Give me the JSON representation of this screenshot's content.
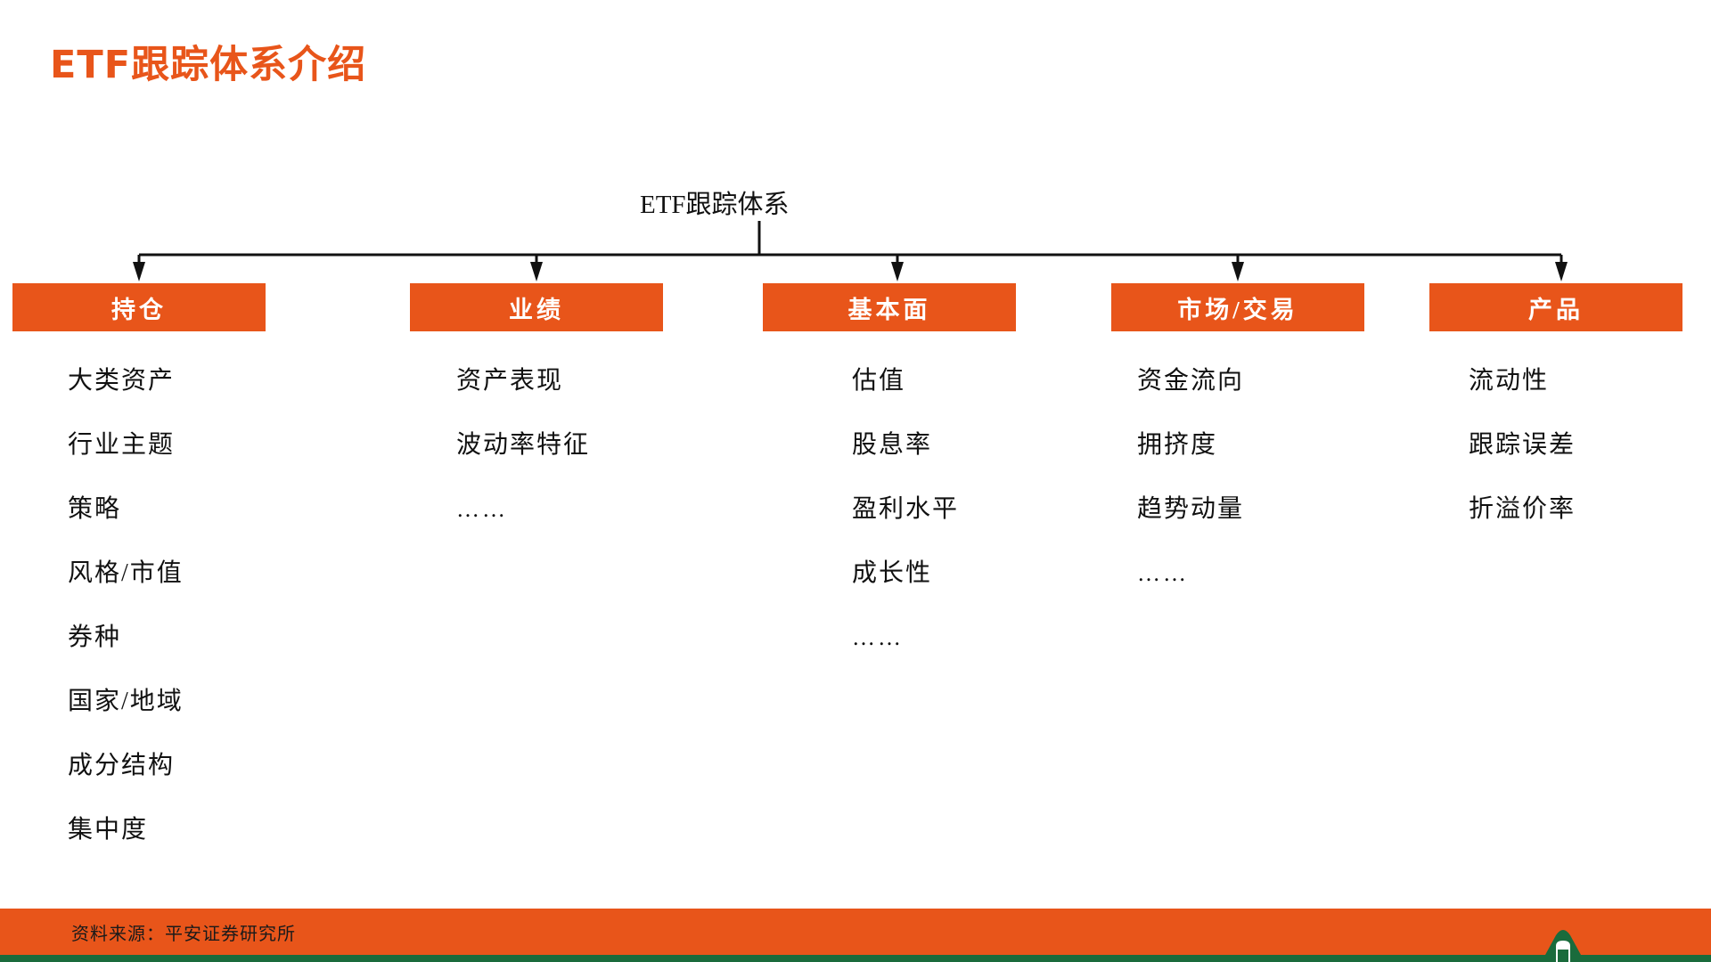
{
  "slide": {
    "title": "ETF跟踪体系介绍",
    "accent_color": "#E8551A",
    "green_color": "#1A6B3C",
    "text_color": "#111111",
    "background": "#FFFFFF"
  },
  "diagram": {
    "type": "tree",
    "root_label": "ETF跟踪体系",
    "branches": [
      {
        "header": "持仓",
        "items": [
          "大类资产",
          "行业主题",
          "策略",
          "风格/市值",
          "券种",
          "国家/地域",
          "成分结构",
          "集中度"
        ]
      },
      {
        "header": "业绩",
        "items": [
          "资产表现",
          "波动率特征",
          "……"
        ]
      },
      {
        "header": "基本面",
        "items": [
          "估值",
          "股息率",
          "盈利水平",
          "成长性",
          "……"
        ]
      },
      {
        "header": "市场/交易",
        "items": [
          "资金流向",
          "拥挤度",
          "趋势动量",
          "……"
        ]
      },
      {
        "header": "产品",
        "items": [
          "流动性",
          "跟踪误差",
          "折溢价率"
        ]
      }
    ]
  },
  "footer": {
    "source": "资料来源：平安证券研究所",
    "logo": "pingan-arch-logo"
  }
}
